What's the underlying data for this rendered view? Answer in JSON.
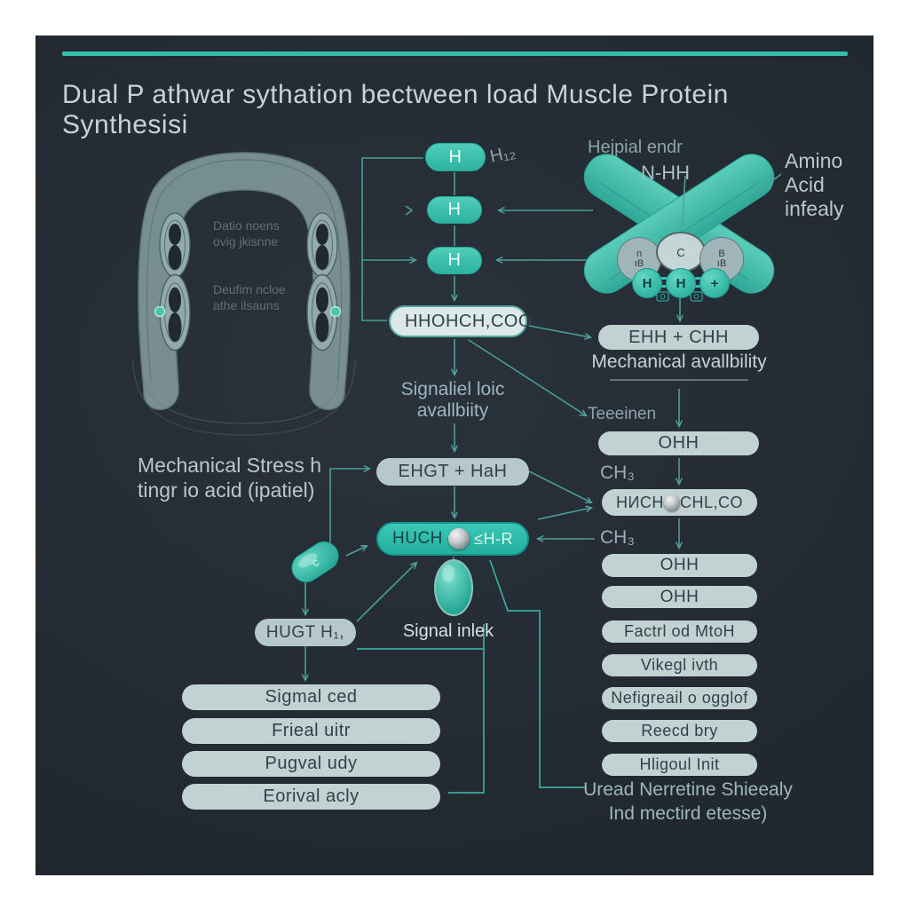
{
  "title": "Dual P athwar sythation bectween load Muscle Protein Synthesisi",
  "colors": {
    "page": "#ffffff",
    "panel": "#232a32",
    "accent": "#35bcab",
    "pill_gray": "#b6c8ca",
    "pill_teal": "#2eb3a1",
    "line": "#4da49a",
    "title_text": "#c9d3d7",
    "muted_text": "#9fb4bb"
  },
  "muscle": {
    "note1": "Datio noens\novig jkisnne",
    "note2": "Deufim ncloe\nathe ilsauns"
  },
  "left": {
    "h1": "H",
    "h2": "H",
    "h3": "H",
    "h_sub": "H₁₂",
    "hhoh_left": "HHOH",
    "hhoh_right": "CH,COO",
    "signal_avail": "Signaliel loic\navallbiity",
    "ehgt": "EHGT + HaH",
    "huch_left": "HUCH",
    "huch_right": "≤H-R",
    "signal_inlek": "Signal inlek",
    "mech_stress": "Mechanical Stress h\ntingr io acid (ipatiel)",
    "capsule": "c",
    "hugt": "HUGT H₁,",
    "pills": [
      "Sigmal ced",
      "Frieal uitr",
      "Pugval udy",
      "Eorival acly"
    ]
  },
  "right": {
    "hejpial": "Hejpial endr",
    "nhh": "N-HH",
    "amino": "Amino\nAcid\ninfealy",
    "x_left": "n\nıB",
    "x_center": "C",
    "x_right": "B\nıB",
    "trio": [
      "H",
      "H",
      "+"
    ],
    "link_o": "O",
    "ehh": "EHH + CHH",
    "mech_avail": "Mechanical avallbility",
    "teeeinen": "Teeeinen",
    "ohh1": "OHH",
    "ch3_a": "CH₃",
    "hnch_left": "HИCH",
    "hnch_right": "CHL,CO",
    "ch3_b": "CH₃",
    "ohh2": "OHH",
    "ohh3": "OHH",
    "pills": [
      "Factrl od MtoH",
      "Vikegl ivth",
      "Nefigreail o ogglof",
      "Reecd bry",
      "Hligoul Init"
    ],
    "caption": "Uread Nerretine Shieealy\nInd mectird etesse)"
  }
}
